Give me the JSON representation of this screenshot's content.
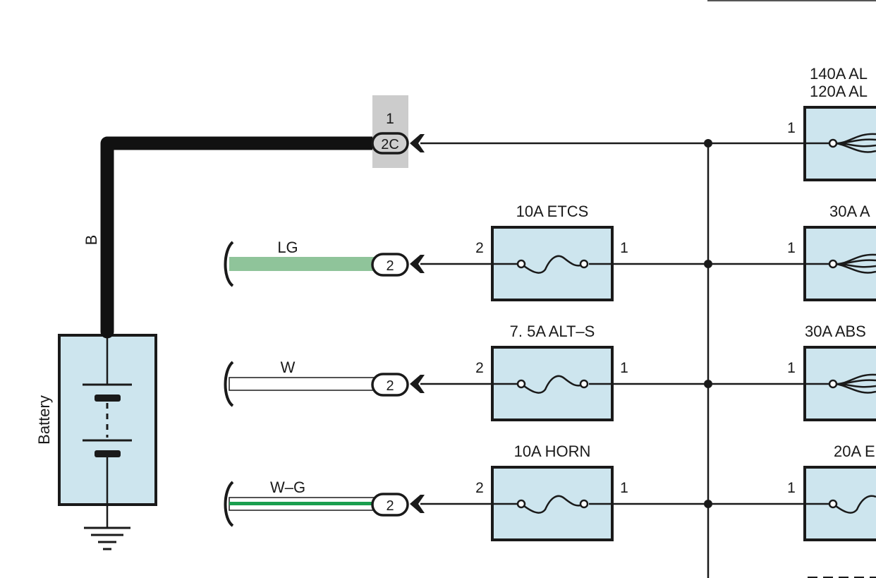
{
  "battery": {
    "label": "Battery",
    "wire_color": "B"
  },
  "connectors": [
    {
      "id": "2c",
      "code": "2C",
      "pin": "1"
    },
    {
      "id": "etcs",
      "code": "2"
    },
    {
      "id": "alts",
      "code": "2"
    },
    {
      "id": "horn",
      "code": "2"
    }
  ],
  "wires": [
    {
      "id": "lg",
      "label": "LG",
      "color": "#8fc49a"
    },
    {
      "id": "w",
      "label": "W",
      "color": "#ffffff"
    },
    {
      "id": "wg",
      "label": "W–G",
      "color": "#1a9e4e"
    }
  ],
  "fuses_left": [
    {
      "id": "etcs",
      "label": "10A ETCS",
      "pin_in": "2",
      "pin_out": "1"
    },
    {
      "id": "alts",
      "label": "7. 5A ALT–S",
      "pin_in": "2",
      "pin_out": "1"
    },
    {
      "id": "horn",
      "label": "10A HORN",
      "pin_in": "2",
      "pin_out": "1"
    }
  ],
  "fuses_right": [
    {
      "id": "alt",
      "label_line1": "140A AL",
      "label_line2": "120A AL",
      "pin": "1"
    },
    {
      "id": "a30",
      "label": "30A A",
      "pin": "1"
    },
    {
      "id": "abs",
      "label": "30A ABS",
      "pin": "1"
    },
    {
      "id": "e20",
      "label": "20A E",
      "pin": "1"
    }
  ],
  "colors": {
    "component_fill": "#cde5ee",
    "highlight": "#cccccc"
  }
}
